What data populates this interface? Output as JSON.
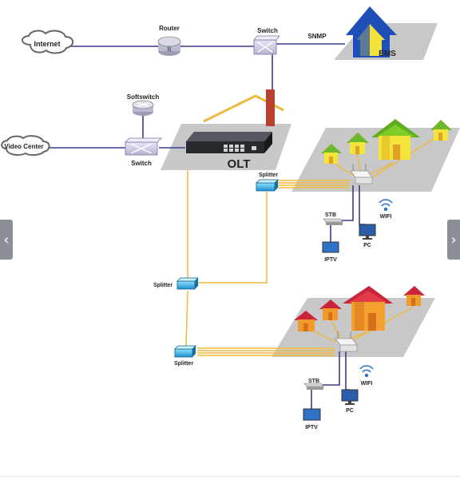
{
  "labels": {
    "internet": "Internet",
    "router": "Router",
    "router_mark": "R",
    "switch_top": "Switch",
    "snmp": "SNMP",
    "ems": "EMS",
    "softswitch": "Softswitch",
    "video_center": "Video Center",
    "switch_mid": "Switch",
    "olt": "OLT",
    "splitter_1": "Splitter",
    "splitter_2": "Splitter",
    "splitter_3": "Splitter",
    "stb_1": "STB",
    "wifi_1": "WIFI",
    "iptv_1": "IPTV",
    "pc_1": "PC",
    "stb_2": "STB",
    "wifi_2": "WIFI",
    "iptv_2": "IPTV",
    "pc_2": "PC"
  },
  "carousel": {
    "prev_icon": "‹",
    "next_icon": "›"
  },
  "colors": {
    "fiber": "#f0b93c",
    "link": "#3c3c8c",
    "platform": "#c8c8c8",
    "snmp": "#e02020",
    "ems_blue": "#1e4fb8",
    "ems_yellow": "#f2e23a",
    "house_green": "#79c423",
    "house_orange": "#ef8a1c",
    "house_red": "#d42c3c"
  },
  "icons": [
    "cloud-icon",
    "router-icon",
    "switch-icon",
    "ems-icon",
    "olt-device-icon",
    "splitter-icon",
    "onu-icon",
    "house-icon",
    "stb-icon",
    "pc-icon",
    "tv-icon",
    "wifi-icon"
  ]
}
